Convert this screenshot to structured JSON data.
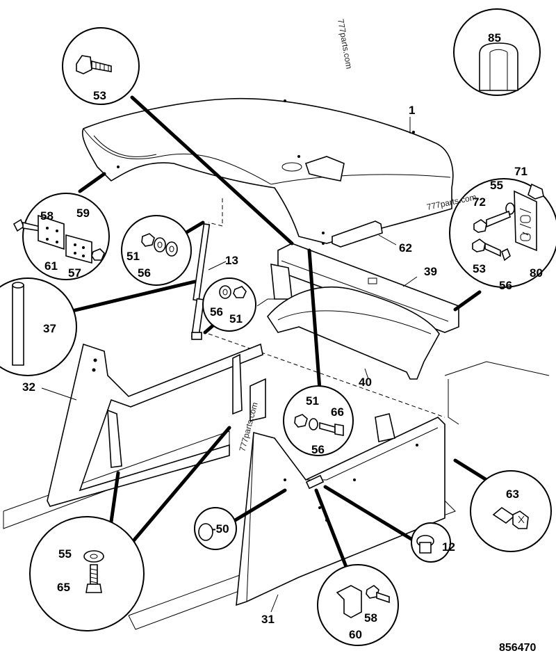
{
  "labels": {
    "p1": "1",
    "p85": "85",
    "p53a": "53",
    "p58a": "58",
    "p59": "59",
    "p61": "61",
    "p57": "57",
    "p51a": "51",
    "p56a": "56",
    "p13": "13",
    "p56b": "56",
    "p51b": "51",
    "p37": "37",
    "p62": "62",
    "p39": "39",
    "p71": "71",
    "p55a": "55",
    "p72": "72",
    "p53b": "53",
    "p56c": "56",
    "p80": "80",
    "p40": "40",
    "p32": "32",
    "p51c": "51",
    "p66": "66",
    "p56d": "56",
    "p63": "63",
    "p50": "-50",
    "p12": "12",
    "p55b": "55",
    "p65": "65",
    "p31": "31",
    "p58b": "58",
    "p60": "60"
  },
  "watermarks": {
    "top": "777parts.com",
    "right": "777parts.com",
    "middle": "777parts.com"
  },
  "drawing_number": "856470"
}
